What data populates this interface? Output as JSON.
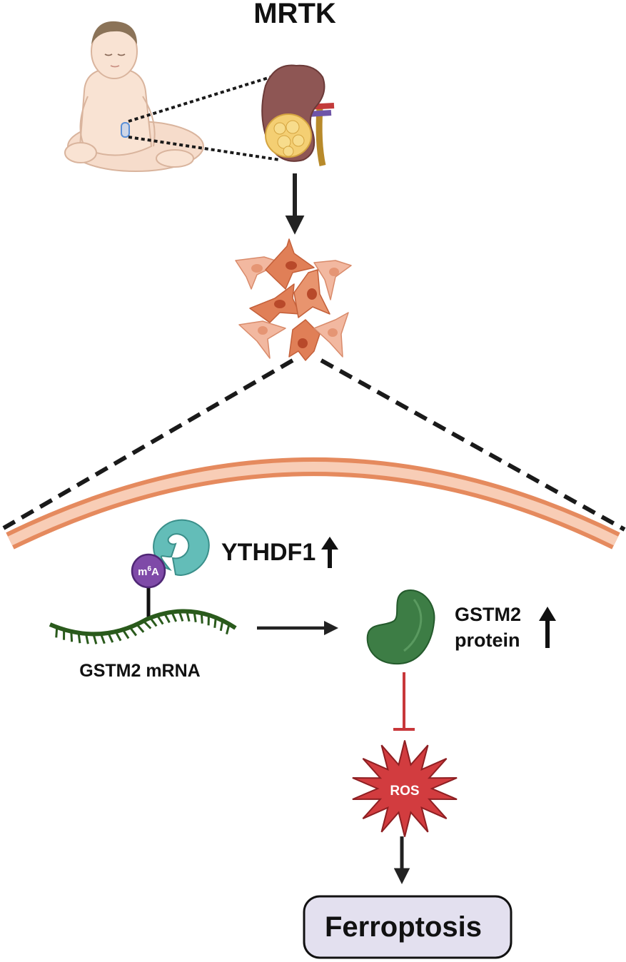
{
  "title": "MRTK",
  "labels": {
    "reader": "YTHDF1",
    "mod_m": "m",
    "mod_sup": "6",
    "mod_a": "A",
    "mrna": "GSTM2 mRNA",
    "protein_line1": "GSTM2",
    "protein_line2": "protein",
    "ros": "ROS",
    "outcome": "Ferroptosis"
  },
  "icons": [
    "infant-figure",
    "kidney-tumor-icon",
    "tumor-cells-cluster",
    "cell-membrane",
    "ythdf1-protein-icon",
    "m6a-modification-icon",
    "mrna-strand",
    "gstm2-protein-icon",
    "ros-burst-icon"
  ],
  "colors": {
    "arrow": "#222222",
    "inhibition": "#c8373a",
    "membrane_outer": "#e58a5e",
    "membrane_inner": "#f8cdb6",
    "ythdf1": "#63bdb8",
    "m6a": "#7f4aa8",
    "mrna": "#2a5a1c",
    "protein": "#3d7d45",
    "ros": "#d23c3f",
    "outcome_box": "#e3e0ef"
  }
}
